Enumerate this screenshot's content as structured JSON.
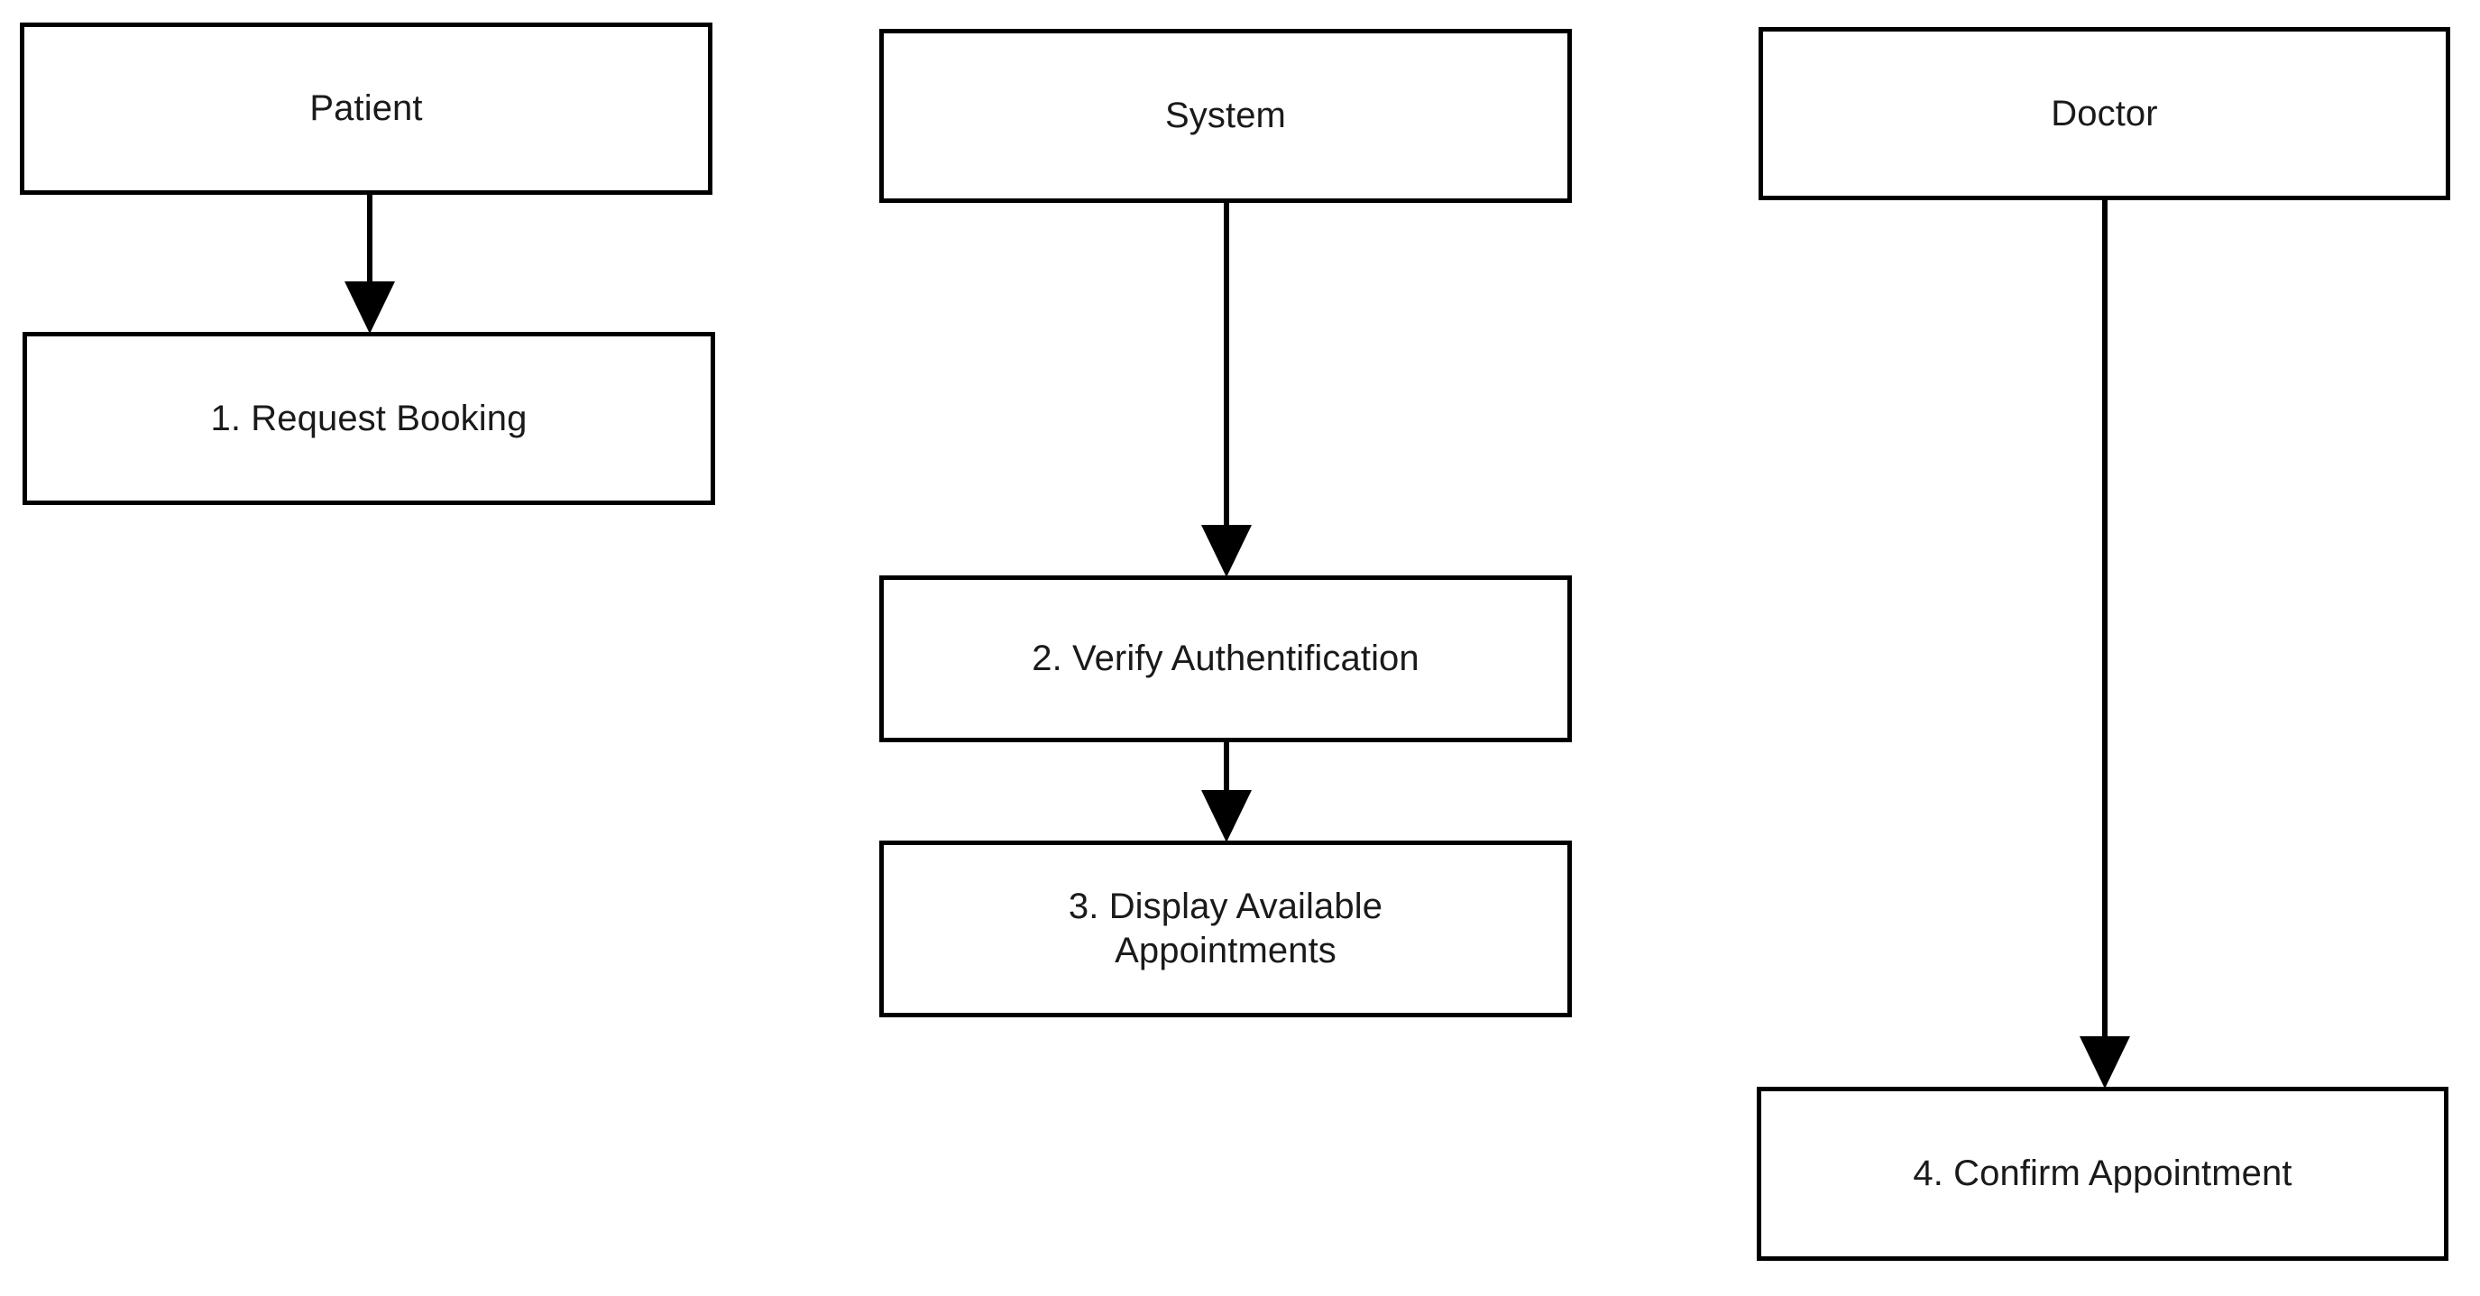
{
  "diagram": {
    "type": "swimlane-flowchart",
    "orientation": "vertical-within-lane",
    "background_color": "#ffffff",
    "line_color": "#000000",
    "text_color": "#1a1a1a",
    "lanes": [
      {
        "id": "patient",
        "label": "Patient"
      },
      {
        "id": "system",
        "label": "System"
      },
      {
        "id": "doctor",
        "label": "Doctor"
      }
    ],
    "steps": [
      {
        "id": "step-1",
        "number": "1",
        "lane": "patient",
        "label": "1. Request Booking"
      },
      {
        "id": "step-2",
        "number": "2",
        "lane": "system",
        "label": "2. Verify Authentification"
      },
      {
        "id": "step-3",
        "number": "3",
        "lane": "system",
        "label": "3. Display Available\nAppointments"
      },
      {
        "id": "step-4",
        "number": "4",
        "lane": "doctor",
        "label": "4. Confirm Appointment"
      }
    ],
    "connectors": [
      {
        "id": "conn-patient-step1",
        "from": "patient",
        "to": "step-1",
        "style": "solid",
        "arrow": "end"
      },
      {
        "id": "conn-system-step2",
        "from": "system",
        "to": "step-2",
        "style": "solid",
        "arrow": "end"
      },
      {
        "id": "conn-step2-step3",
        "from": "step-2",
        "to": "step-3",
        "style": "solid",
        "arrow": "end"
      },
      {
        "id": "conn-doctor-step4",
        "from": "doctor",
        "to": "step-4",
        "style": "solid",
        "arrow": "end"
      }
    ]
  }
}
